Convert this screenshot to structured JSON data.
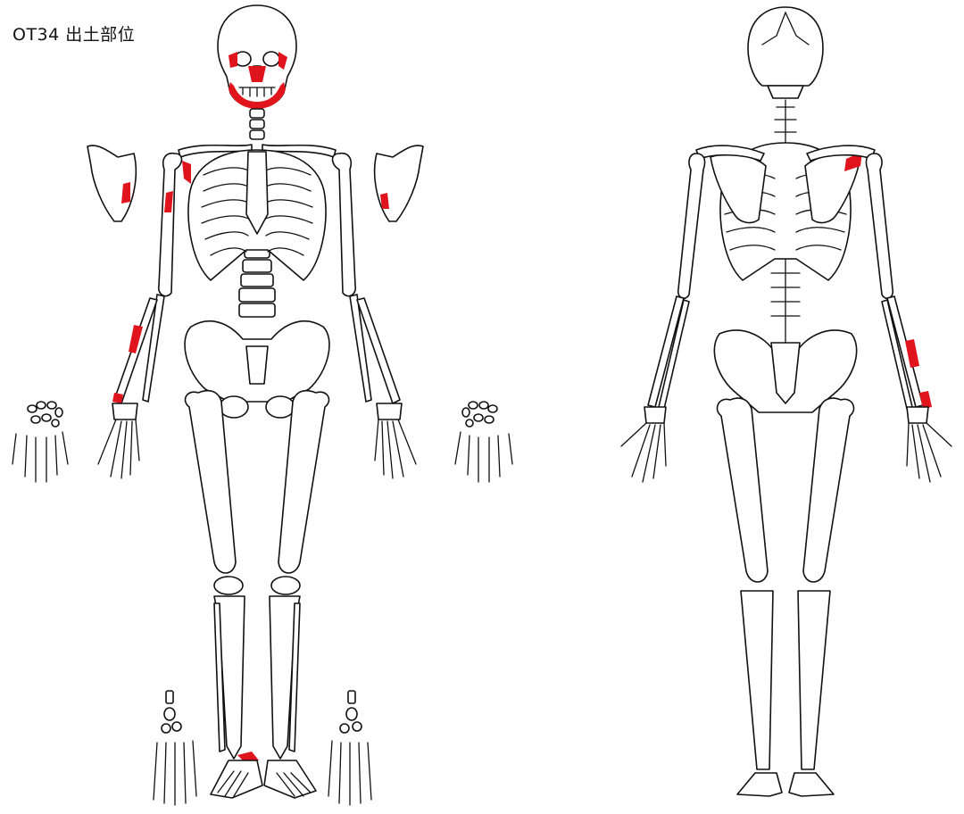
{
  "title": "OT34  出土部位",
  "colors": {
    "highlight": "#e0141c",
    "bone_outline": "#111111",
    "background": "#ffffff"
  },
  "views": [
    "anterior",
    "posterior"
  ]
}
